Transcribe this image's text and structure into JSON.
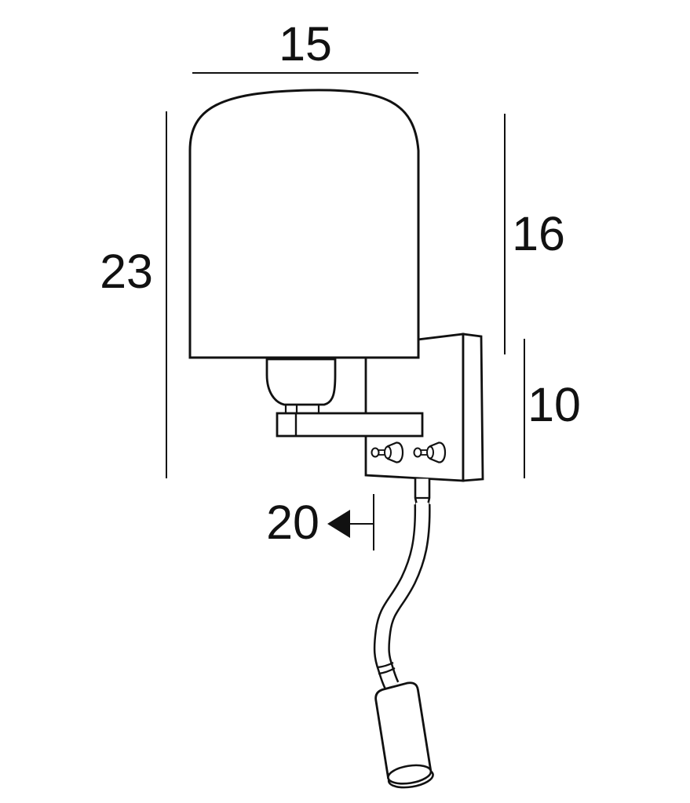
{
  "page": {
    "background": "#ffffff",
    "line_color": "#111111",
    "subject": "wall-lamp-dimension-drawing"
  },
  "dimension_labels": {
    "width_top": "15",
    "height_left": "23",
    "height_right_upper": "16",
    "height_right_lower": "10",
    "depth_mid": "20"
  }
}
